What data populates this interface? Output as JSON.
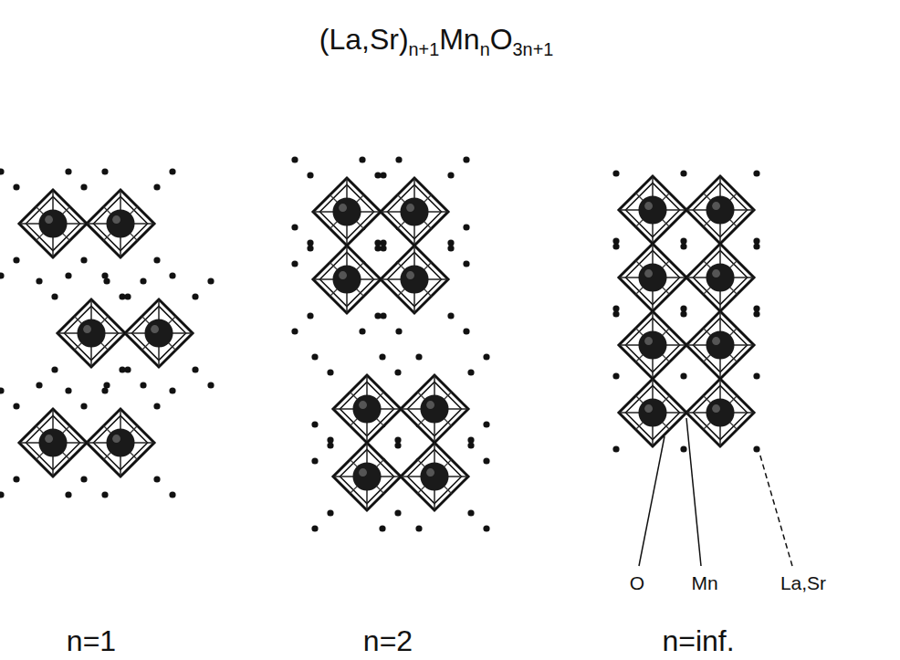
{
  "diagram": {
    "title": "(La,Sr)n+1MnnO3n+1",
    "labels": [
      "n=1",
      "n=2",
      "n=inf.",
      "O",
      "Mn",
      "La,Sr"
    ]
  }
}
